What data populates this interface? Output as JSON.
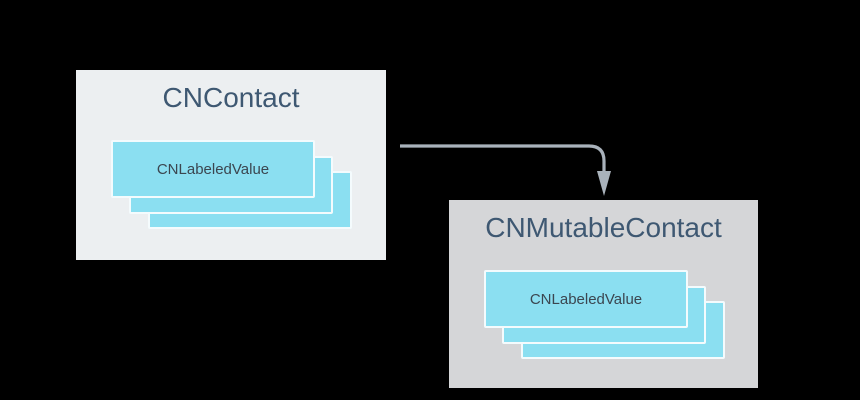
{
  "colors": {
    "background": "#000000",
    "contact_box_bg": "#ECEFF1",
    "mutable_box_bg": "#D5D6D8",
    "card_fill": "#8BDFF1",
    "card_border": "#F4FBFD",
    "title_text": "#3E5872",
    "card_text": "#3B4650",
    "arrow": "#A9B2BB"
  },
  "nodes": {
    "contact": {
      "title": "CNContact",
      "card_label": "CNLabeledValue",
      "card_count": 3
    },
    "mutable": {
      "title": "CNMutableContact",
      "card_label": "CNLabeledValue",
      "card_count": 3
    }
  },
  "arrow": {
    "from": "CNContact",
    "to": "CNMutableContact"
  }
}
